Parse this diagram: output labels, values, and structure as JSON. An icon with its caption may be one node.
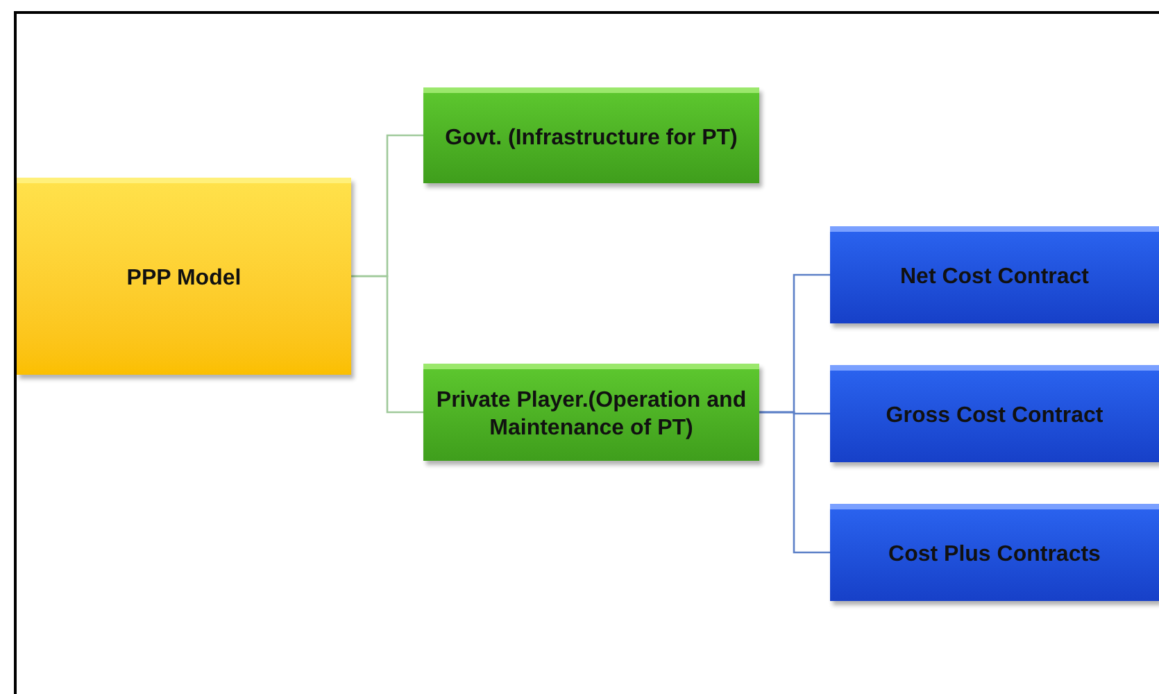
{
  "diagram": {
    "nodes": [
      {
        "text": [
          "PPP Model"
        ]
      },
      {
        "text": [
          "Govt. (Infrastructure for PT)"
        ]
      },
      {
        "text": [
          "Private Player.(Operation and Maintenance of PT)"
        ]
      },
      {
        "text": [
          "Net Cost Contract"
        ]
      },
      {
        "text": [
          "Gross Cost Contract"
        ]
      },
      {
        "text": [
          "Cost Plus Contracts"
        ]
      }
    ],
    "edges": [
      {
        "from": 0,
        "to": 1,
        "arrow": "none"
      },
      {
        "from": 0,
        "to": 2,
        "arrow": "none"
      },
      {
        "from": 2,
        "to": 3,
        "arrow": "none"
      },
      {
        "from": 2,
        "to": 4,
        "arrow": "none"
      },
      {
        "from": 2,
        "to": 5,
        "arrow": "none"
      }
    ]
  }
}
